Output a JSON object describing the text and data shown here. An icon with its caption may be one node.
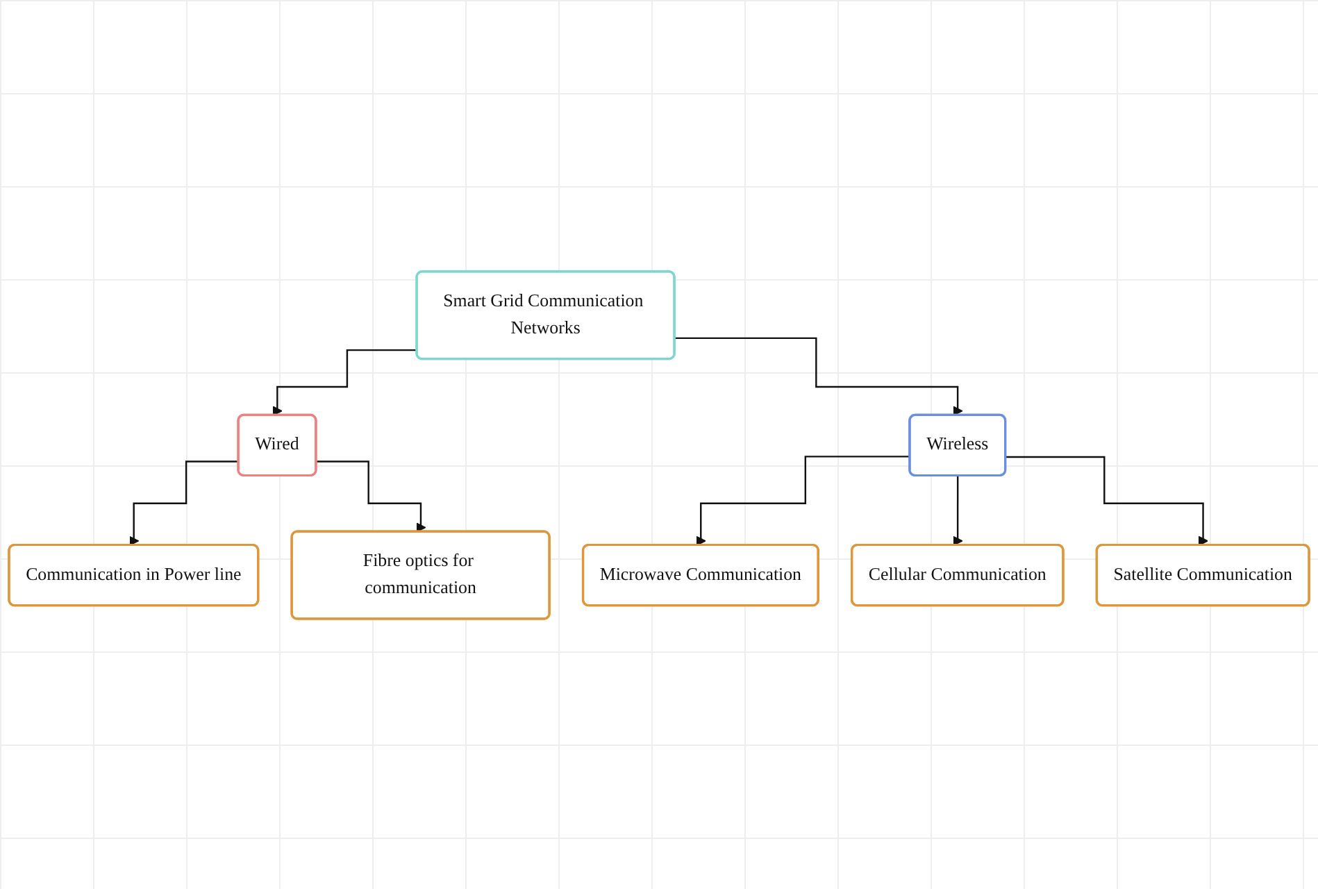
{
  "diagram": {
    "nodes": [
      {
        "text": [
          "Smart Grid Communication Networks"
        ]
      },
      {
        "text": [
          "Wired"
        ]
      },
      {
        "text": [
          "Wireless"
        ]
      },
      {
        "text": [
          "Communication in Power line"
        ]
      },
      {
        "text": [
          "Fibre optics for communication"
        ]
      },
      {
        "text": [
          "Microwave Communication"
        ]
      },
      {
        "text": [
          "Cellular Communication"
        ]
      },
      {
        "text": [
          "Satellite Communication"
        ]
      }
    ],
    "edges": [
      {
        "from": 0,
        "to": 1,
        "arrow": "to"
      },
      {
        "from": 0,
        "to": 2,
        "arrow": "to"
      },
      {
        "from": 1,
        "to": 3,
        "arrow": "to"
      },
      {
        "from": 1,
        "to": 4,
        "arrow": "to"
      },
      {
        "from": 2,
        "to": 5,
        "arrow": "to"
      },
      {
        "from": 2,
        "to": 6,
        "arrow": "to"
      },
      {
        "from": 2,
        "to": 7,
        "arrow": "to"
      }
    ]
  }
}
